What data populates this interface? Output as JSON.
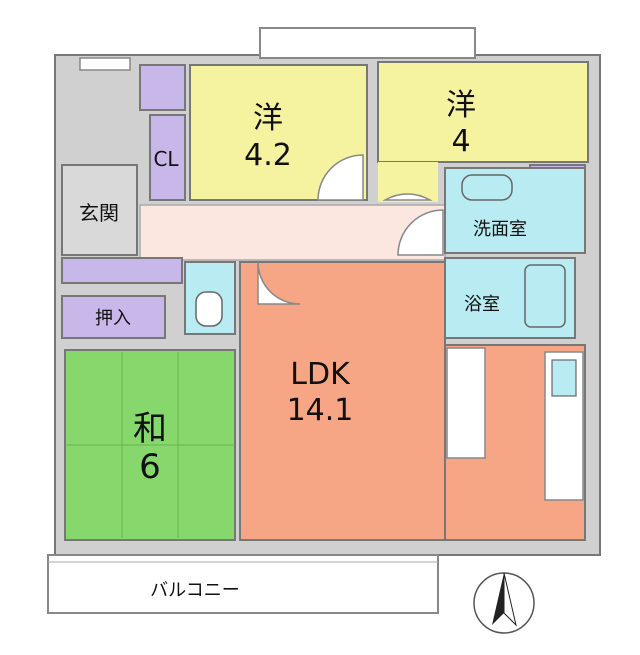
{
  "rooms": {
    "western_1": {
      "name": "洋",
      "size": "4.2"
    },
    "western_2": {
      "name": "洋",
      "size": "4"
    },
    "closet": {
      "name": "CL"
    },
    "entrance": {
      "name": "玄関"
    },
    "washroom": {
      "name": "洗面室"
    },
    "bathroom": {
      "name": "浴室"
    },
    "oshiire": {
      "name": "押入"
    },
    "ldk": {
      "name": "LDK",
      "size": "14.1"
    },
    "washitsu": {
      "name": "和",
      "size": "6"
    }
  },
  "balcony": {
    "label": "バルコニー"
  },
  "compass": {
    "icon": "north-arrow-icon"
  },
  "colors": {
    "western": "#f6f3a0",
    "storage": "#c8b8ea",
    "wet_area": "#b8ecf2",
    "ldk": "#f6a684",
    "washitsu": "#86d86c",
    "entrance": "#d9d9d9",
    "hallway": "#fbe6e0",
    "wall": "#666666"
  }
}
